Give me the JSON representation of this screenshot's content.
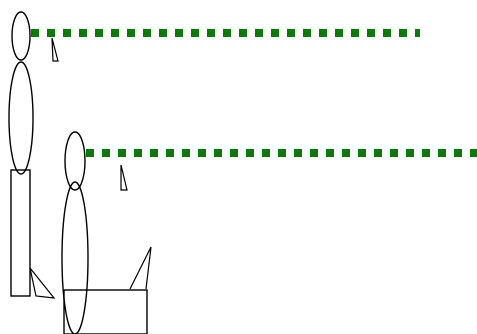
{
  "figure": {
    "type": "line-drawing",
    "figures": [
      {
        "id": "figure-back",
        "parts": [
          "head",
          "body",
          "arm-bar",
          "arm-tip",
          "dotted-sight-line",
          "small-pointer"
        ]
      },
      {
        "id": "figure-front",
        "parts": [
          "head",
          "body",
          "box",
          "pole",
          "dotted-sight-line",
          "small-pointer"
        ]
      }
    ],
    "colors": {
      "stroke": "#000000",
      "dotted_line": "#0a7a0a",
      "background": "#ffffff"
    }
  }
}
